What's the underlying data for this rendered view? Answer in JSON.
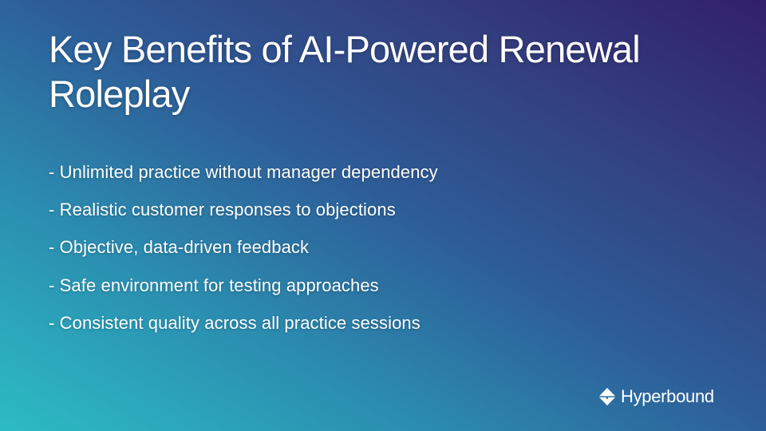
{
  "slide": {
    "title": "Key Benefits of AI-Powered Renewal Roleplay",
    "bullets": [
      "- Unlimited practice without manager dependency",
      "- Realistic customer responses to objections",
      "- Objective, data-driven feedback",
      "- Safe environment for testing approaches",
      "- Consistent quality across all practice sessions"
    ]
  },
  "brand": {
    "name": "Hyperbound",
    "logo_icon": "diamond-logo-icon"
  },
  "colors": {
    "gradient_bottom_left": "#2cbcc4",
    "gradient_top_left": "#2a70a0",
    "gradient_top_right": "#321f6c",
    "gradient_bottom_right": "#342f80",
    "text": "#ffffff"
  }
}
